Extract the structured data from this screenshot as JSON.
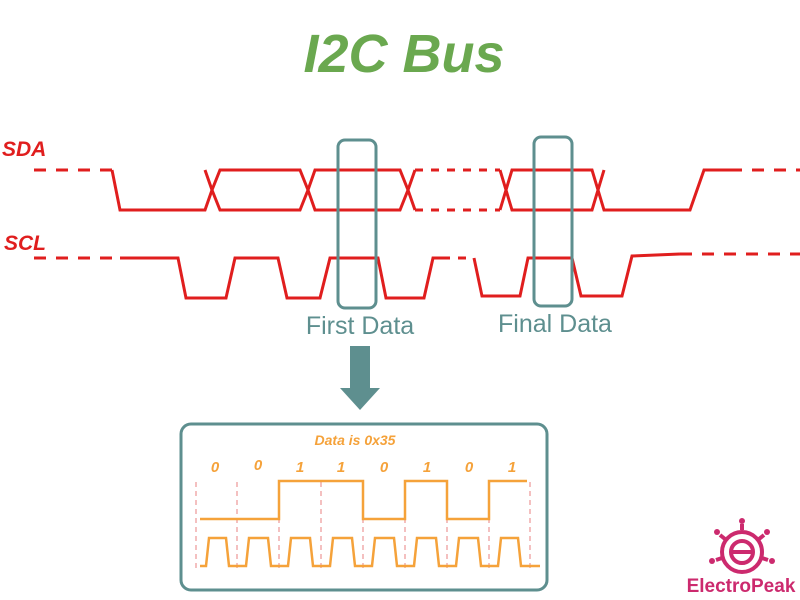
{
  "title": "I2C Bus",
  "signals": {
    "sda_label": "SDA",
    "scl_label": "SCL"
  },
  "highlights": {
    "first_label": "First Data",
    "final_label": "Final Data"
  },
  "detail": {
    "caption": "Data is 0x35",
    "bits": [
      "0",
      "0",
      "1",
      "1",
      "0",
      "1",
      "0",
      "1"
    ]
  },
  "brand": {
    "name": "ElectroPeak",
    "logo_icon": "electropeak-gear-logo-icon"
  },
  "colors": {
    "title": "#6aa84f",
    "signal": "#e01e1e",
    "highlight": "#5e8f8f",
    "detail": "#f5a23a",
    "brand": "#cc2a6e"
  }
}
